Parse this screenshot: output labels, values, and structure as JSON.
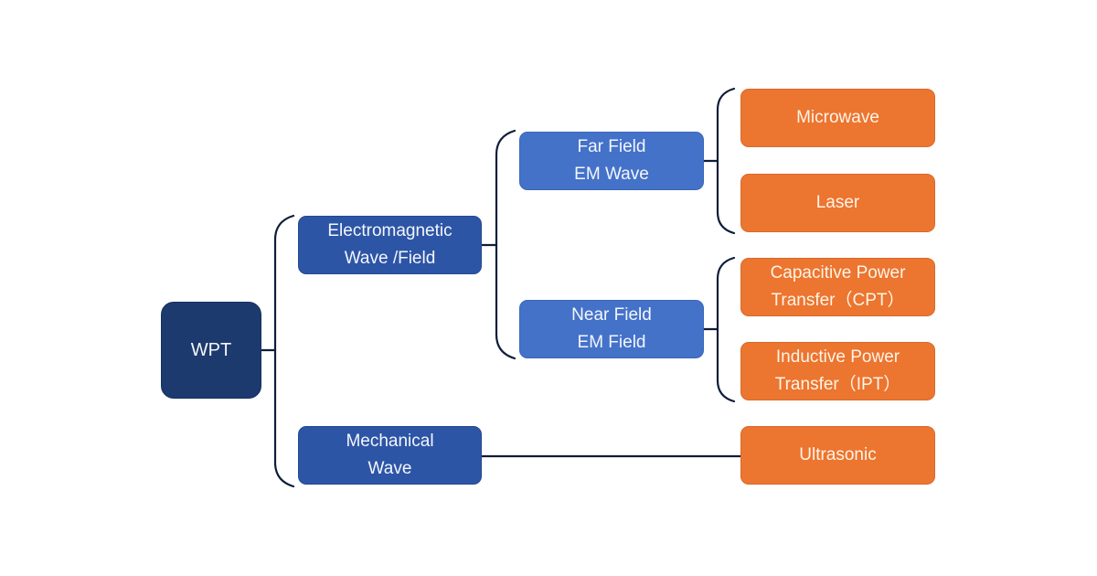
{
  "diagram": {
    "title": "WPT classification tree",
    "colors": {
      "root": "#1d3a6e",
      "level1": "#2d55a6",
      "level2": "#4472c9",
      "leaf": "#ec7530",
      "connector": "#0f1d3a",
      "text": "#ffffff"
    },
    "root": {
      "label": "WPT"
    },
    "level1": [
      {
        "id": "em",
        "label": "Electromagnetic\nWave /Field"
      },
      {
        "id": "mech",
        "label": "Mechanical\nWave"
      }
    ],
    "level2": [
      {
        "id": "far",
        "parent": "em",
        "label": "Far Field\nEM Wave"
      },
      {
        "id": "near",
        "parent": "em",
        "label": "Near Field\nEM Field"
      }
    ],
    "leaves": [
      {
        "id": "microwave",
        "parent": "far",
        "label": "Microwave"
      },
      {
        "id": "laser",
        "parent": "far",
        "label": "Laser"
      },
      {
        "id": "cpt",
        "parent": "near",
        "label": "Capacitive Power\nTransfer（CPT）"
      },
      {
        "id": "ipt",
        "parent": "near",
        "label": "Inductive Power\nTransfer（IPT）"
      },
      {
        "id": "ultrasonic",
        "parent": "mech",
        "label": "Ultrasonic"
      }
    ]
  }
}
